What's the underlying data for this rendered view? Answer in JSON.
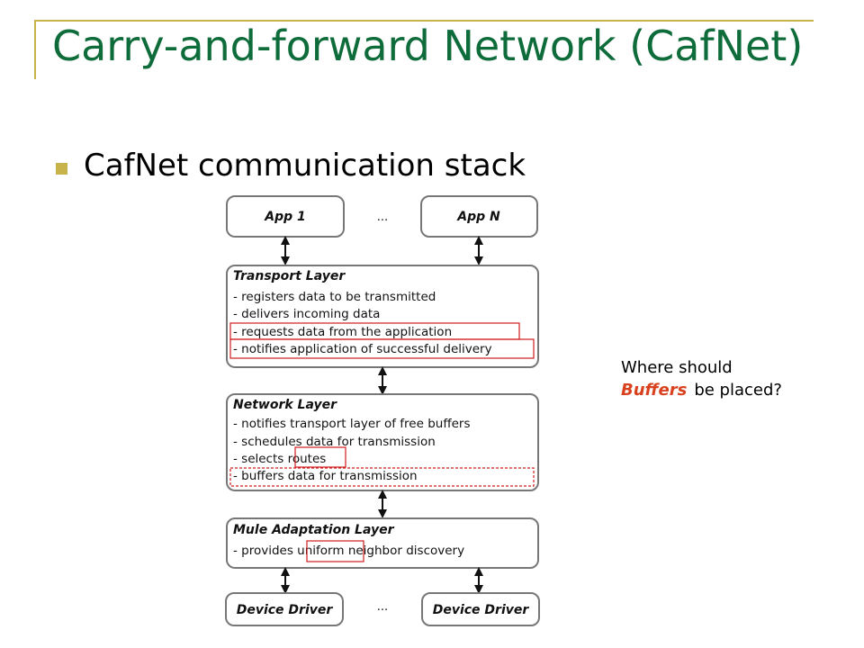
{
  "slide": {
    "title": "Carry-and-forward Network (CafNet)",
    "bullet": "CafNet communication stack"
  },
  "diagram": {
    "apps": {
      "left": "App 1",
      "ellipsis": "...",
      "right": "App N"
    },
    "transport": {
      "title": "Transport Layer",
      "lines": [
        "- registers data to be transmitted",
        "- delivers incoming data",
        "- requests data from the application",
        "- notifies application of successful delivery"
      ]
    },
    "network": {
      "title": "Network Layer",
      "lines": [
        "- notifies transport layer of free buffers",
        "- schedules data for transmission",
        "- selects routes",
        "- buffers data for transmission"
      ]
    },
    "mule": {
      "title": "Mule Adaptation Layer",
      "lines": [
        "- provides uniform neighbor discovery"
      ]
    },
    "drivers": {
      "left": "Device Driver",
      "ellipsis": "...",
      "right": "Device Driver"
    }
  },
  "note": {
    "line1": "Where should",
    "highlight": "Buffers",
    "line2_rest": "be placed?"
  },
  "colors": {
    "title": "#0e6b3a",
    "accent": "#c8b24a",
    "highlight_box": "#d01c1c",
    "buffers_text": "#d9411e"
  }
}
